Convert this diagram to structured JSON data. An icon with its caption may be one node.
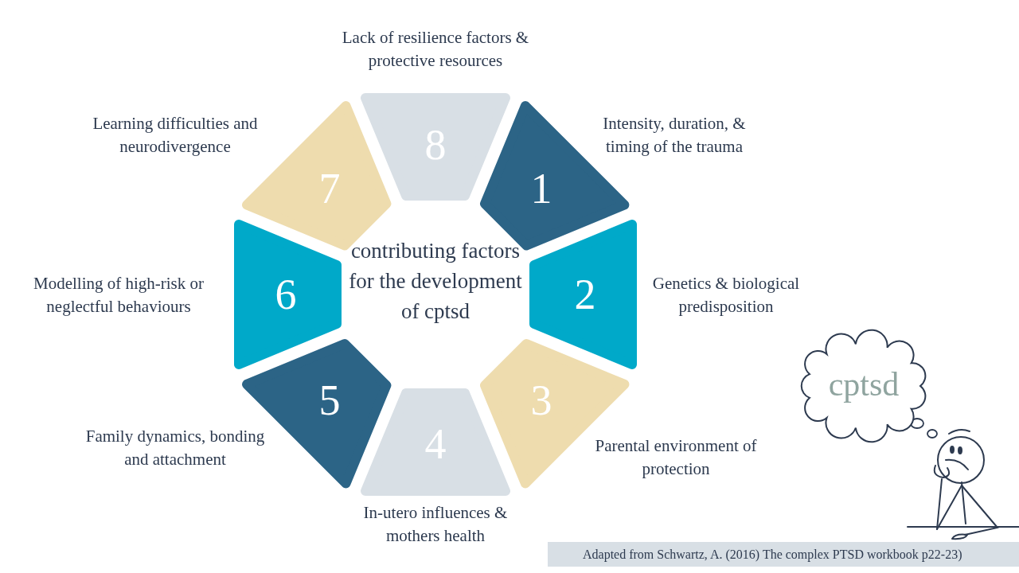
{
  "diagram": {
    "title": "contributing factors for the development of cptsd",
    "caption": "Adapted from Schwartz, A. (2016) The complex PTSD workbook p22-23)",
    "nodes": [
      {
        "text": [
          "1"
        ],
        "beside": [
          "Intensity, duration, & timing of the trauma"
        ]
      },
      {
        "text": [
          "2"
        ],
        "beside": [
          "Genetics & biological predisposition"
        ]
      },
      {
        "text": [
          "3"
        ],
        "beside": [
          "Parental environment of protection"
        ]
      },
      {
        "text": [
          "4"
        ],
        "beside": [
          "In-utero influences & mothers health"
        ]
      },
      {
        "text": [
          "5"
        ],
        "beside": [
          "Family dynamics, bonding and attachment"
        ]
      },
      {
        "text": [
          "6"
        ],
        "beside": [
          "Modelling of high-risk or neglectful behaviours"
        ]
      },
      {
        "text": [
          "7"
        ],
        "beside": [
          "Learning difficulties and neurodivergence"
        ]
      },
      {
        "text": [
          "8"
        ],
        "beside": [
          "Lack of resilience factors & protective resources"
        ]
      },
      {
        "text": [
          "cptsd"
        ]
      }
    ]
  }
}
